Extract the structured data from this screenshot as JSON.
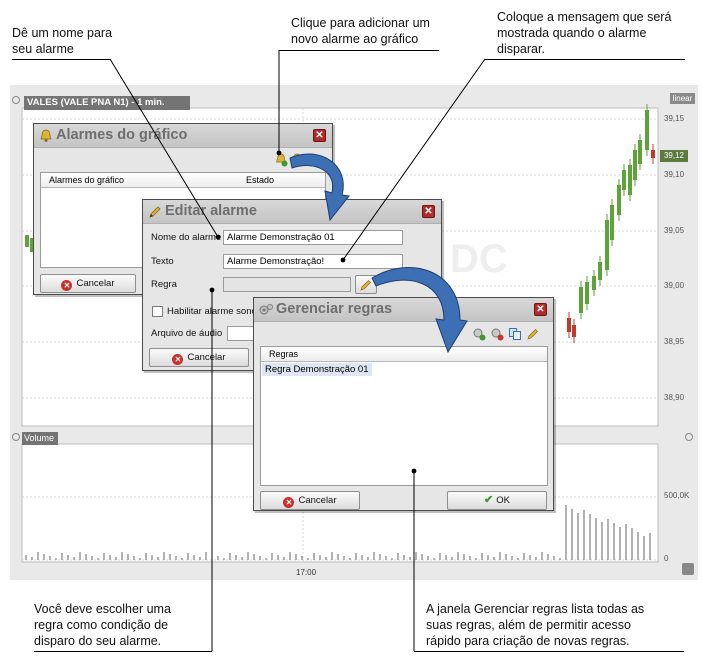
{
  "callouts": {
    "name_alarm": [
      "Dê um nome para",
      "seu alarme"
    ],
    "add_alarm": [
      "Clique para adicionar um",
      "novo alarme ao gráfico"
    ],
    "message": [
      "Coloque a mensagem que será",
      "mostrada quando o alarme",
      "disparar."
    ],
    "choose_rule": [
      "Você deve escolher uma",
      "regra como condição de",
      "disparo do seu alarme."
    ],
    "manage_rules": [
      "A janela Gerenciar regras lista todas as",
      "suas regras, além de permitir acesso",
      "rápido para criação de novas regras."
    ]
  },
  "chart": {
    "title": "VALES (VALE PNA N1) - 1 min.",
    "scale_button": "linear",
    "price_tag": "39,12",
    "y_ticks": [
      "39,15",
      "39,10",
      "39,05",
      "39,00",
      "38,95",
      "38,90"
    ],
    "volume_title": "Volume",
    "volume_ticks": [
      "500,0K",
      "0"
    ],
    "time_label": "17:00",
    "watermark": "DC",
    "colors": {
      "up": "#5ea23a",
      "down": "#c0392b",
      "background": "#e9e9e9"
    }
  },
  "alarms_window": {
    "title": "Alarmes do gráfico",
    "columns": [
      "Alarmes do gráfico",
      "Estado"
    ],
    "cancel_label": "Cancelar",
    "toolbar_icons": [
      "add-alarm-icon",
      "edit-alarm-icon",
      "delete-alarm-icon"
    ]
  },
  "edit_alarm_window": {
    "title": "Editar alarme",
    "name_label": "Nome do alarme",
    "name_value": "Alarme Demonstração 01",
    "text_label": "Texto",
    "text_value": "Alarme Demonstração!",
    "rule_label": "Regra",
    "rule_value": "",
    "sound_label": "Habilitar alarme sonor",
    "audio_label": "Arquivo de áudio",
    "cancel_label": "Cancelar"
  },
  "rules_window": {
    "title": "Gerenciar regras",
    "column": "Regras",
    "rows": [
      "Regra Demonstração 01"
    ],
    "cancel_label": "Cancelar",
    "ok_label": "OK",
    "toolbar_icons": [
      "add-rule-icon",
      "delete-rule-icon",
      "copy-rule-icon",
      "edit-rule-icon"
    ]
  }
}
